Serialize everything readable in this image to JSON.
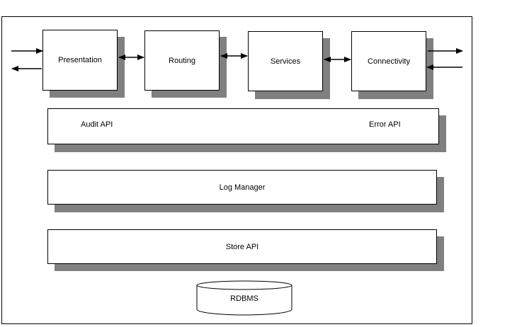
{
  "components": {
    "presentation": "Presentation",
    "routing": "Routing",
    "services": "Services",
    "connectivity": "Connectivity"
  },
  "layers": {
    "audit_api": "Audit API",
    "error_api": "Error API",
    "log_manager": "Log Manager",
    "store_api": "Store API"
  },
  "database": {
    "label": "RDBMS"
  }
}
